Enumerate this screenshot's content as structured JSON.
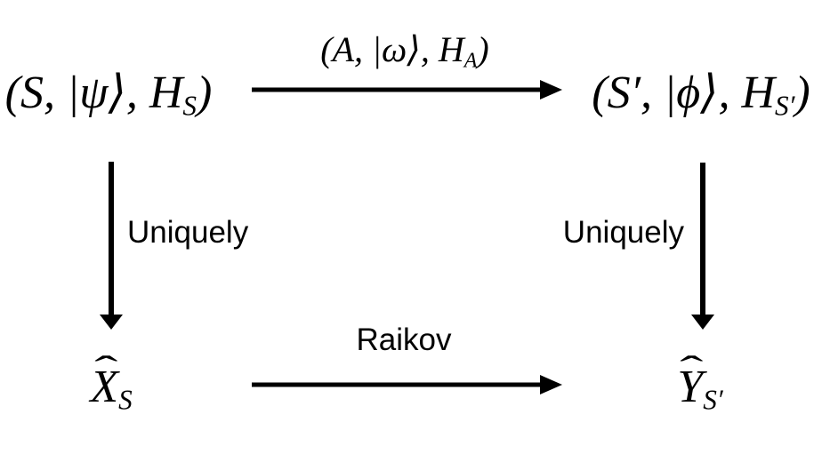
{
  "colors": {
    "ink": "#000000",
    "background": "#ffffff"
  },
  "diagram": {
    "top_left_node": {
      "pre": "(S, |ψ⟩, H",
      "sub": "S",
      "post": ")"
    },
    "top_right_node": {
      "pre": "(S′, |ϕ⟩, H",
      "sub": "S′",
      "post": ")"
    },
    "top_arrow_label": {
      "pre": "(A, |ω⟩, H",
      "sub": "A",
      "post": ")"
    },
    "left_arrow_label": "Uniquely",
    "right_arrow_label": "Uniquely",
    "bottom_arrow_label": "Raikov",
    "bottom_left_node": {
      "hat": "ˆ",
      "base": "X",
      "sub": "S"
    },
    "bottom_right_node": {
      "hat": "ˆ",
      "base": "Y",
      "sub": "S′"
    }
  }
}
